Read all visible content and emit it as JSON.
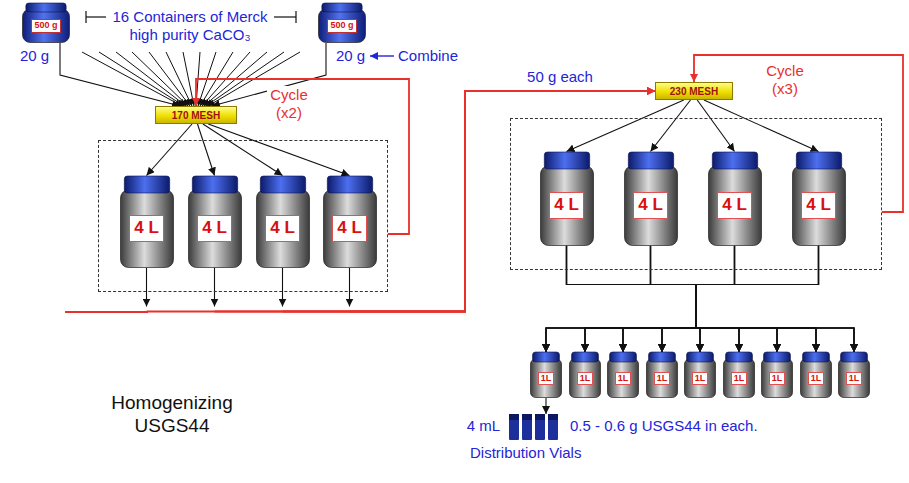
{
  "diagram": {
    "title": "Homogenizing USGS44",
    "nodes": [
      {
        "text": [
          "500 g"
        ]
      },
      {
        "text": [
          "500 g"
        ]
      },
      {
        "text": [
          "170 MESH"
        ]
      },
      {
        "text": []
      },
      {
        "text": [
          "4 L"
        ],
        "in": 3
      },
      {
        "text": [
          "4 L"
        ],
        "in": 3
      },
      {
        "text": [
          "4 L"
        ],
        "in": 3
      },
      {
        "text": [
          "4 L"
        ],
        "in": 3
      },
      {
        "text": [
          "230 MESH"
        ]
      },
      {
        "text": []
      },
      {
        "text": [
          "4 L"
        ],
        "in": 9
      },
      {
        "text": [
          "4 L"
        ],
        "in": 9
      },
      {
        "text": [
          "4 L"
        ],
        "in": 9
      },
      {
        "text": [
          "4 L"
        ],
        "in": 9
      },
      {
        "text": [
          "1L"
        ]
      },
      {
        "text": [
          "1L"
        ]
      },
      {
        "text": [
          "1L"
        ]
      },
      {
        "text": [
          "1L"
        ]
      },
      {
        "text": [
          "1L"
        ]
      },
      {
        "text": [
          "1L"
        ]
      },
      {
        "text": [
          "1L"
        ]
      },
      {
        "text": [
          "1L"
        ]
      },
      {
        "text": [
          "1L"
        ]
      },
      {
        "text": [
          "4 mL",
          "0.5 - 0.6 g USGS44 in each.",
          "Distribution Vials"
        ]
      }
    ],
    "edges": [
      {
        "from": 0,
        "to": 2,
        "arrow": "to"
      },
      {
        "from": 1,
        "to": 2,
        "arrow": "to"
      },
      {
        "from": 2,
        "to": 4,
        "arrow": "to"
      },
      {
        "from": 2,
        "to": 5,
        "arrow": "to"
      },
      {
        "from": 2,
        "to": 6,
        "arrow": "to"
      },
      {
        "from": 2,
        "to": 7,
        "arrow": "to"
      },
      {
        "from": 3,
        "to": 2,
        "arrow": "to",
        "label": "Cycle (x2)"
      },
      {
        "from": 4,
        "to": 8,
        "arrow": "to"
      },
      {
        "from": 5,
        "to": 8,
        "arrow": "to"
      },
      {
        "from": 6,
        "to": 8,
        "arrow": "to"
      },
      {
        "from": 7,
        "to": 8,
        "arrow": "to",
        "label": "50 g each"
      },
      {
        "from": 8,
        "to": 10,
        "arrow": "to"
      },
      {
        "from": 8,
        "to": 11,
        "arrow": "to"
      },
      {
        "from": 8,
        "to": 12,
        "arrow": "to"
      },
      {
        "from": 8,
        "to": 13,
        "arrow": "to"
      },
      {
        "from": 9,
        "to": 8,
        "arrow": "to",
        "label": "Cycle (x3)"
      },
      {
        "from": 10,
        "to": 14,
        "arrow": "to"
      },
      {
        "from": 10,
        "to": 15,
        "arrow": "to"
      },
      {
        "from": 10,
        "to": 16,
        "arrow": "to"
      },
      {
        "from": 10,
        "to": 17,
        "arrow": "to"
      },
      {
        "from": 10,
        "to": 18,
        "arrow": "to"
      },
      {
        "from": 10,
        "to": 19,
        "arrow": "to"
      },
      {
        "from": 10,
        "to": 20,
        "arrow": "to"
      },
      {
        "from": 10,
        "to": 21,
        "arrow": "to"
      },
      {
        "from": 10,
        "to": 22,
        "arrow": "to"
      },
      {
        "from": 11,
        "to": 14,
        "arrow": "to"
      },
      {
        "from": 11,
        "to": 15,
        "arrow": "to"
      },
      {
        "from": 11,
        "to": 16,
        "arrow": "to"
      },
      {
        "from": 11,
        "to": 17,
        "arrow": "to"
      },
      {
        "from": 11,
        "to": 18,
        "arrow": "to"
      },
      {
        "from": 11,
        "to": 19,
        "arrow": "to"
      },
      {
        "from": 11,
        "to": 20,
        "arrow": "to"
      },
      {
        "from": 11,
        "to": 21,
        "arrow": "to"
      },
      {
        "from": 11,
        "to": 22,
        "arrow": "to"
      },
      {
        "from": 12,
        "to": 14,
        "arrow": "to"
      },
      {
        "from": 12,
        "to": 15,
        "arrow": "to"
      },
      {
        "from": 12,
        "to": 16,
        "arrow": "to"
      },
      {
        "from": 12,
        "to": 17,
        "arrow": "to"
      },
      {
        "from": 12,
        "to": 18,
        "arrow": "to"
      },
      {
        "from": 12,
        "to": 19,
        "arrow": "to"
      },
      {
        "from": 12,
        "to": 20,
        "arrow": "to"
      },
      {
        "from": 12,
        "to": 21,
        "arrow": "to"
      },
      {
        "from": 12,
        "to": 22,
        "arrow": "to"
      },
      {
        "from": 13,
        "to": 14,
        "arrow": "to"
      },
      {
        "from": 13,
        "to": 15,
        "arrow": "to"
      },
      {
        "from": 13,
        "to": 16,
        "arrow": "to"
      },
      {
        "from": 13,
        "to": 17,
        "arrow": "to"
      },
      {
        "from": 13,
        "to": 18,
        "arrow": "to"
      },
      {
        "from": 13,
        "to": 19,
        "arrow": "to"
      },
      {
        "from": 13,
        "to": 20,
        "arrow": "to"
      },
      {
        "from": 13,
        "to": 21,
        "arrow": "to"
      },
      {
        "from": 13,
        "to": 22,
        "arrow": "to"
      },
      {
        "from": 14,
        "to": 23,
        "arrow": "to"
      }
    ],
    "labels": [
      "16 Containers of Merck high purity CaCO₃",
      "20 g",
      "20 g",
      "Combine"
    ]
  }
}
